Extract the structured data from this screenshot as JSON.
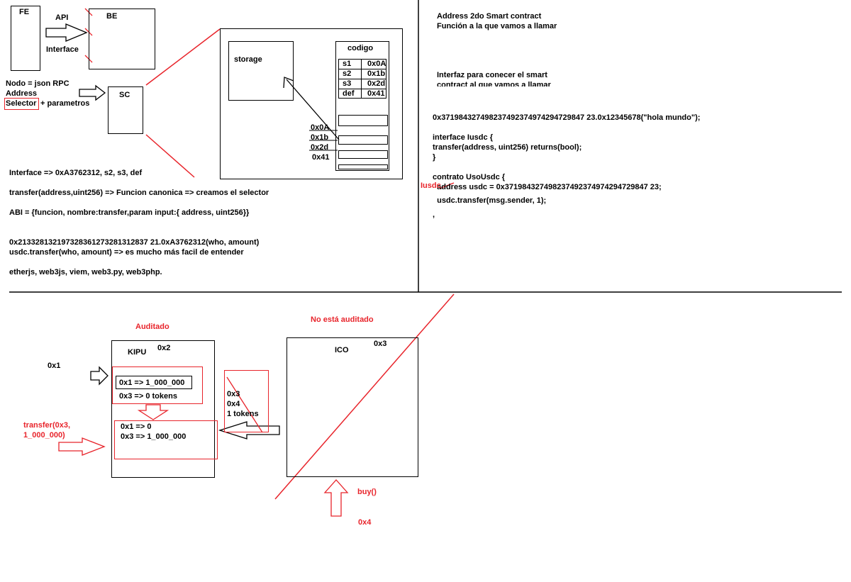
{
  "colors": {
    "ink": "#000000",
    "red": "#e8242b",
    "background": "#ffffff"
  },
  "top_left": {
    "fe": "FE",
    "api": "API",
    "be": "BE",
    "interface": "Interface",
    "nodo": "Nodo = json RPC",
    "address": "Address",
    "selector": "Selector",
    "parametros": "+ parametros",
    "sc": "SC",
    "storage": "storage",
    "codigo": "codigo",
    "code_rows": [
      {
        "name": "s1",
        "addr": "0x0A"
      },
      {
        "name": "s2",
        "addr": "0x1b"
      },
      {
        "name": "s3",
        "addr": "0x2d"
      },
      {
        "name": "def",
        "addr": "0x41"
      }
    ],
    "side_addrs": [
      "0x0A",
      "0x1b",
      "0x2d",
      "0x41"
    ],
    "notes": [
      "Interface => 0xA3762312, s2, s3, def",
      "transfer(address,uint256) => Funcion canonica => creamos el selector",
      "ABI = {funcion, nombre:transfer,param input:{ address, uint256}}",
      "0x213328132197328361273281312837 21.0xA3762312(who, amount)",
      "usdc.transfer(who, amount) => es mucho más facil de entender",
      "etherjs, web3js, viem, web3.py, web3php."
    ]
  },
  "top_right": {
    "line1": "Address 2do Smart contract",
    "line2": "Función a la que vamos a llamar",
    "line3": "Interfaz para conecer el smart",
    "line4": "contract al que vamos a llamar",
    "call": "0x371984327498237492374974294729847 23.0x12345678(\"hola mundo\");",
    "code": [
      "interface Iusdc {",
      "transfer(address, uint256) returns(bool);",
      "}",
      "contrato UsoUsdc {",
      "  address usdc = 0x371984327498237492374974294729847 23;",
      "  usdc.transfer(msg.sender, 1);"
    ],
    "iusdc_mark": "Iusdc"
  },
  "bottom": {
    "auditado": "Auditado",
    "no_auditado": "No está auditado",
    "kipu": "KIPU",
    "kipu_addr": "0x2",
    "caller": "0x1",
    "before": [
      "0x1 => 1_000_000",
      "0x3 => 0 tokens"
    ],
    "after": [
      "0x1 => 0",
      "0x3 => 1_000_000"
    ],
    "transfer_call": "transfer(0x3,\n1_000_000)",
    "crossed": [
      "0x3",
      "0x4",
      "1 tokens"
    ],
    "ico": "ICO",
    "ico_addr": "0x3",
    "buy": "buy()",
    "buyer": "0x4"
  }
}
